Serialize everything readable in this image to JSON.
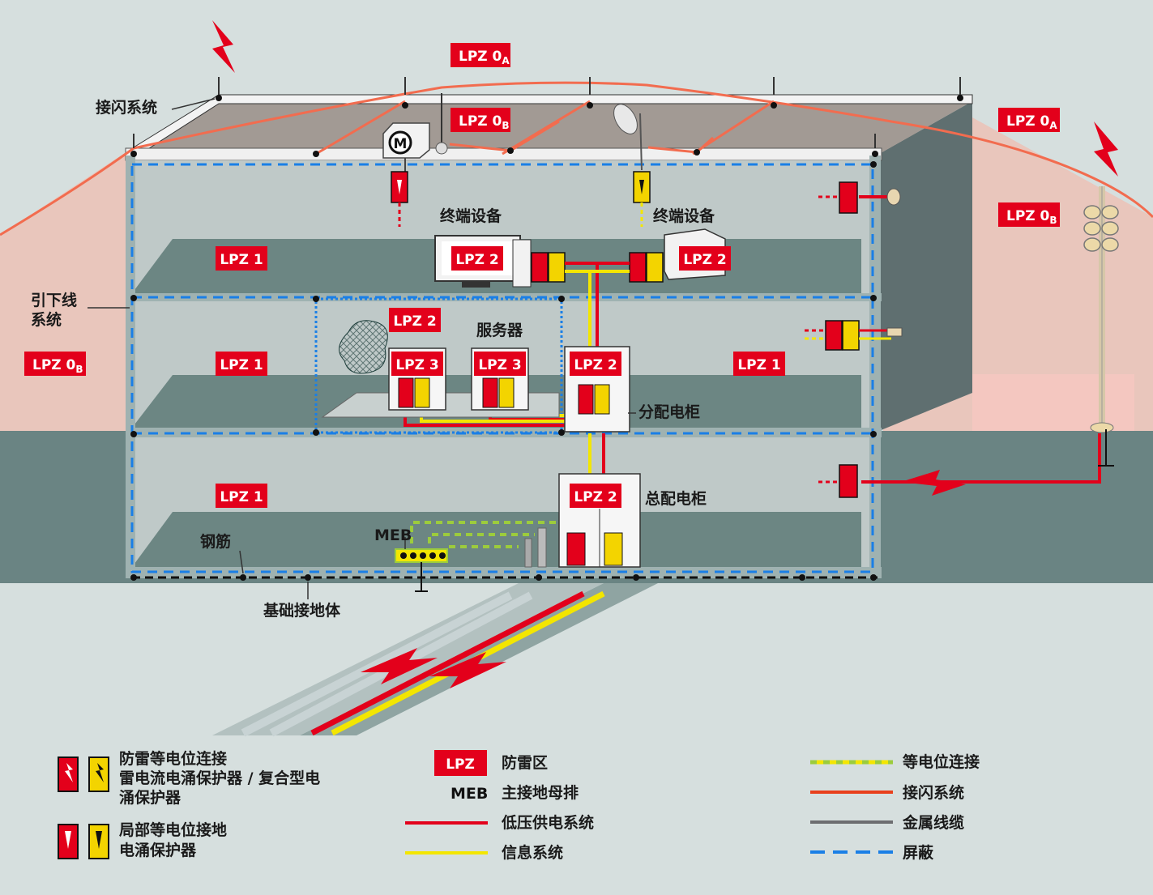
{
  "colors": {
    "bg": "#d6dfde",
    "lpz_red": "#e3001b",
    "lightning_line": "#f26c4f",
    "power": "#e3001b",
    "info": "#f3e600",
    "shield": "#1a7fe6",
    "cable": "#6d6e70",
    "equip_green": "#9ccc3c",
    "wall_pink": "#e9c6bc",
    "floor": "#6c8683",
    "ground": "#6a8483"
  },
  "labels": {
    "air_term": "接闪系统",
    "down_conductor_1": "引下线",
    "down_conductor_2": "系统",
    "terminal_1": "终端设备",
    "terminal_2": "终端设备",
    "server": "服务器",
    "sub_board": "分配电柜",
    "main_board": "总配电柜",
    "meb": "MEB",
    "rebar": "钢筋",
    "foundation": "基础接地体",
    "motor": "M"
  },
  "zones": {
    "lpz0a_top": {
      "text": "LPZ 0",
      "sub": "A"
    },
    "lpz0a_right": {
      "text": "LPZ 0",
      "sub": "A"
    },
    "lpz0b_roof": {
      "text": "LPZ 0",
      "sub": "B"
    },
    "lpz0b_right": {
      "text": "LPZ 0",
      "sub": "B"
    },
    "lpz0b_left": {
      "text": "LPZ 0",
      "sub": "B"
    },
    "lpz1_f3": "LPZ 1",
    "lpz1_f2a": "LPZ 1",
    "lpz1_f2b": "LPZ 1",
    "lpz1_f1": "LPZ 1",
    "lpz2_monitor": "LPZ 2",
    "lpz2_printer": "LPZ 2",
    "lpz2_serverroom": "LPZ 2",
    "lpz2_subboard": "LPZ 2",
    "lpz2_mainboard": "LPZ 2",
    "lpz3_a": "LPZ 3",
    "lpz3_b": "LPZ 3"
  },
  "legend": {
    "spd1_a": "防雷等电位连接",
    "spd1_b": "雷电流电涌保护器 / 复合型电",
    "spd1_c": "涌保护器",
    "spd2_a": "局部等电位接地",
    "spd2_b": "电涌保护器",
    "lpz_box": "LPZ",
    "lpz_desc": "防雷区",
    "meb_key": "MEB",
    "meb_desc": "主接地母排",
    "power_desc": "低压供电系统",
    "info_desc": "信息系统",
    "equip_desc": "等电位连接",
    "air_desc": "接闪系统",
    "metal_desc": "金属线缆",
    "shield_desc": "屏蔽"
  }
}
